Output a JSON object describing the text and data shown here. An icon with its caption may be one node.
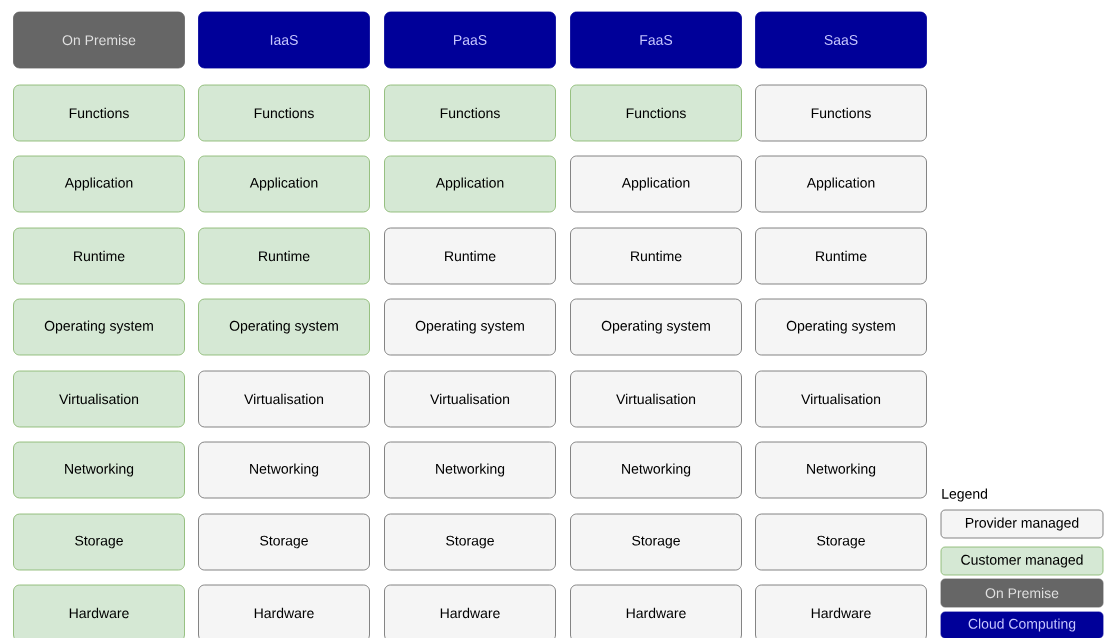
{
  "diagram": {
    "nodes": [
      {
        "text": [
          "On Premise"
        ]
      },
      {
        "text": [
          "IaaS"
        ]
      },
      {
        "text": [
          "PaaS"
        ]
      },
      {
        "text": [
          "FaaS"
        ]
      },
      {
        "text": [
          "SaaS"
        ]
      },
      {
        "text": [
          "Functions"
        ]
      },
      {
        "text": [
          "Functions"
        ]
      },
      {
        "text": [
          "Functions"
        ]
      },
      {
        "text": [
          "Functions"
        ]
      },
      {
        "text": [
          "Functions"
        ]
      },
      {
        "text": [
          "Application"
        ]
      },
      {
        "text": [
          "Application"
        ]
      },
      {
        "text": [
          "Application"
        ]
      },
      {
        "text": [
          "Application"
        ]
      },
      {
        "text": [
          "Application"
        ]
      },
      {
        "text": [
          "Runtime"
        ]
      },
      {
        "text": [
          "Runtime"
        ]
      },
      {
        "text": [
          "Runtime"
        ]
      },
      {
        "text": [
          "Runtime"
        ]
      },
      {
        "text": [
          "Runtime"
        ]
      },
      {
        "text": [
          "Operating system"
        ]
      },
      {
        "text": [
          "Operating system"
        ]
      },
      {
        "text": [
          "Operating system"
        ]
      },
      {
        "text": [
          "Operating system"
        ]
      },
      {
        "text": [
          "Operating system"
        ]
      },
      {
        "text": [
          "Virtualisation"
        ]
      },
      {
        "text": [
          "Virtualisation"
        ]
      },
      {
        "text": [
          "Virtualisation"
        ]
      },
      {
        "text": [
          "Virtualisation"
        ]
      },
      {
        "text": [
          "Virtualisation"
        ]
      },
      {
        "text": [
          "Networking"
        ]
      },
      {
        "text": [
          "Networking"
        ]
      },
      {
        "text": [
          "Networking"
        ]
      },
      {
        "text": [
          "Networking"
        ]
      },
      {
        "text": [
          "Networking"
        ]
      },
      {
        "text": [
          "Storage"
        ]
      },
      {
        "text": [
          "Storage"
        ]
      },
      {
        "text": [
          "Storage"
        ]
      },
      {
        "text": [
          "Storage"
        ]
      },
      {
        "text": [
          "Storage"
        ]
      },
      {
        "text": [
          "Hardware"
        ]
      },
      {
        "text": [
          "Hardware"
        ]
      },
      {
        "text": [
          "Hardware"
        ]
      },
      {
        "text": [
          "Hardware"
        ]
      },
      {
        "text": [
          "Hardware"
        ]
      }
    ],
    "labels": [
      "Legend"
    ],
    "legend": [
      {
        "text": "Provider managed",
        "color": "#f5f5f5"
      },
      {
        "text": "Customer managed",
        "color": "#d5e8d4"
      },
      {
        "text": "On Premise",
        "color": "#666666"
      },
      {
        "text": "Cloud Computing",
        "color": "#000099"
      }
    ]
  }
}
